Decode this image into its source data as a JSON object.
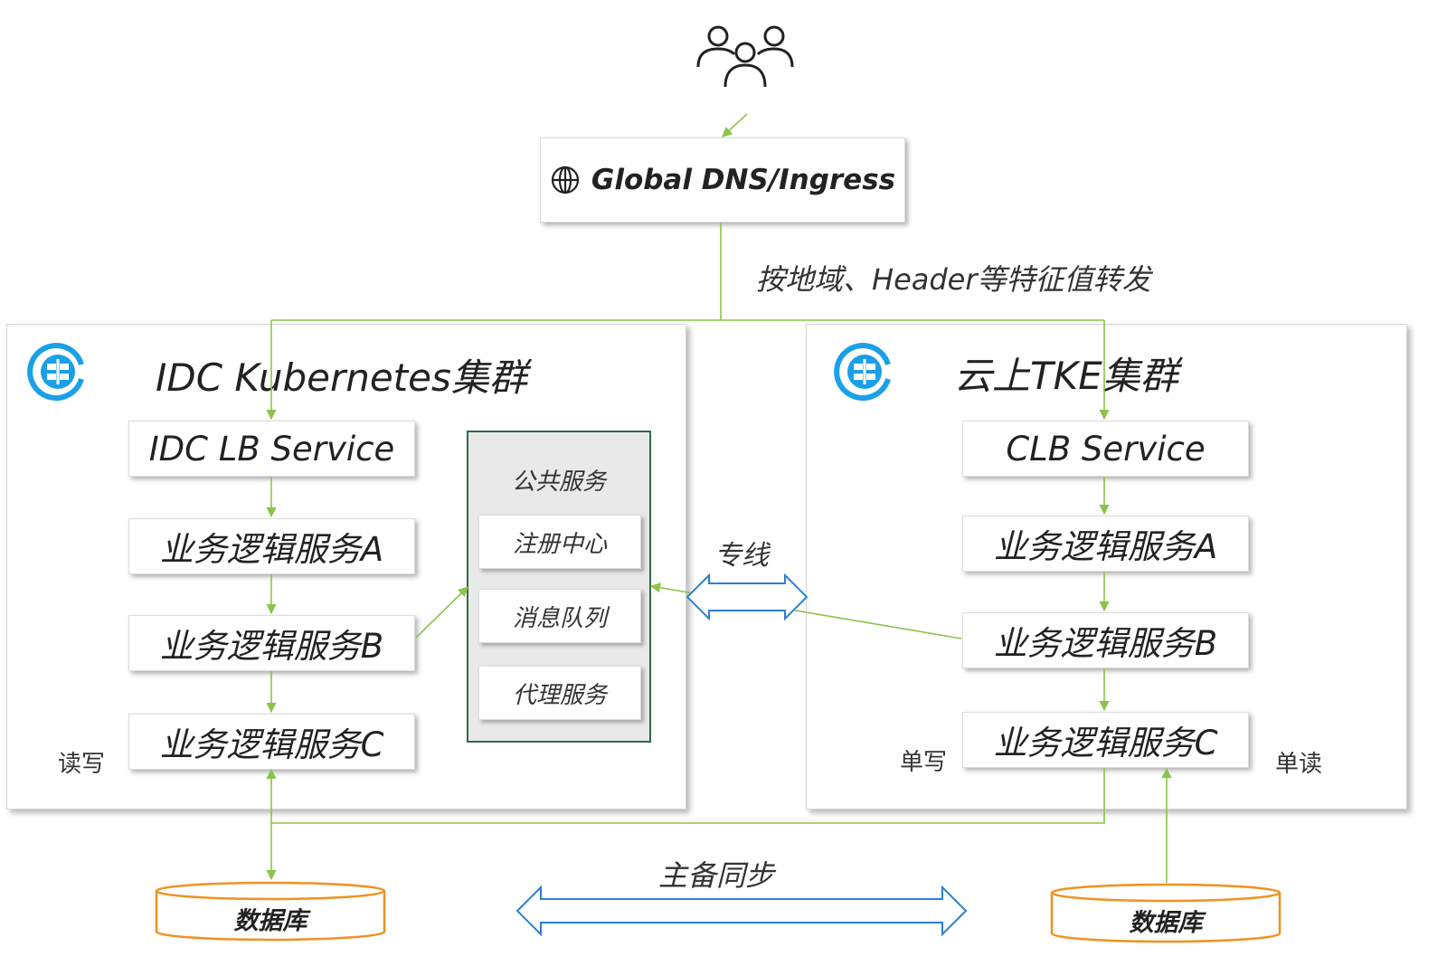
{
  "dns": {
    "label": "Global DNS/Ingress",
    "icon": "globe-icon"
  },
  "routing_label": "按地域、Header等特征值转发",
  "idc": {
    "title": "IDC Kubernetes集群",
    "lb": "IDC LB Service",
    "svc_a": "业务逻辑服务A",
    "svc_b": "业务逻辑服务B",
    "svc_c": "业务逻辑服务C",
    "rw_label": "读写"
  },
  "public": {
    "title": "公共服务",
    "items": [
      "注册中心",
      "消息队列",
      "代理服务"
    ]
  },
  "dedicated_line": "专线",
  "cloud": {
    "title": "云上TKE集群",
    "lb": "CLB Service",
    "svc_a": "业务逻辑服务A",
    "svc_b": "业务逻辑服务B",
    "svc_c": "业务逻辑服务C",
    "write_label": "单写",
    "read_label": "单读"
  },
  "sync_label": "主备同步",
  "db_left": "数据库",
  "db_right": "数据库",
  "colors": {
    "arrow": "#8cc34a",
    "double_arrow": "#2a7fd6",
    "db": "#f0921e",
    "cluster_icon": "#1aa0e8",
    "public_border": "#2f6b45"
  }
}
